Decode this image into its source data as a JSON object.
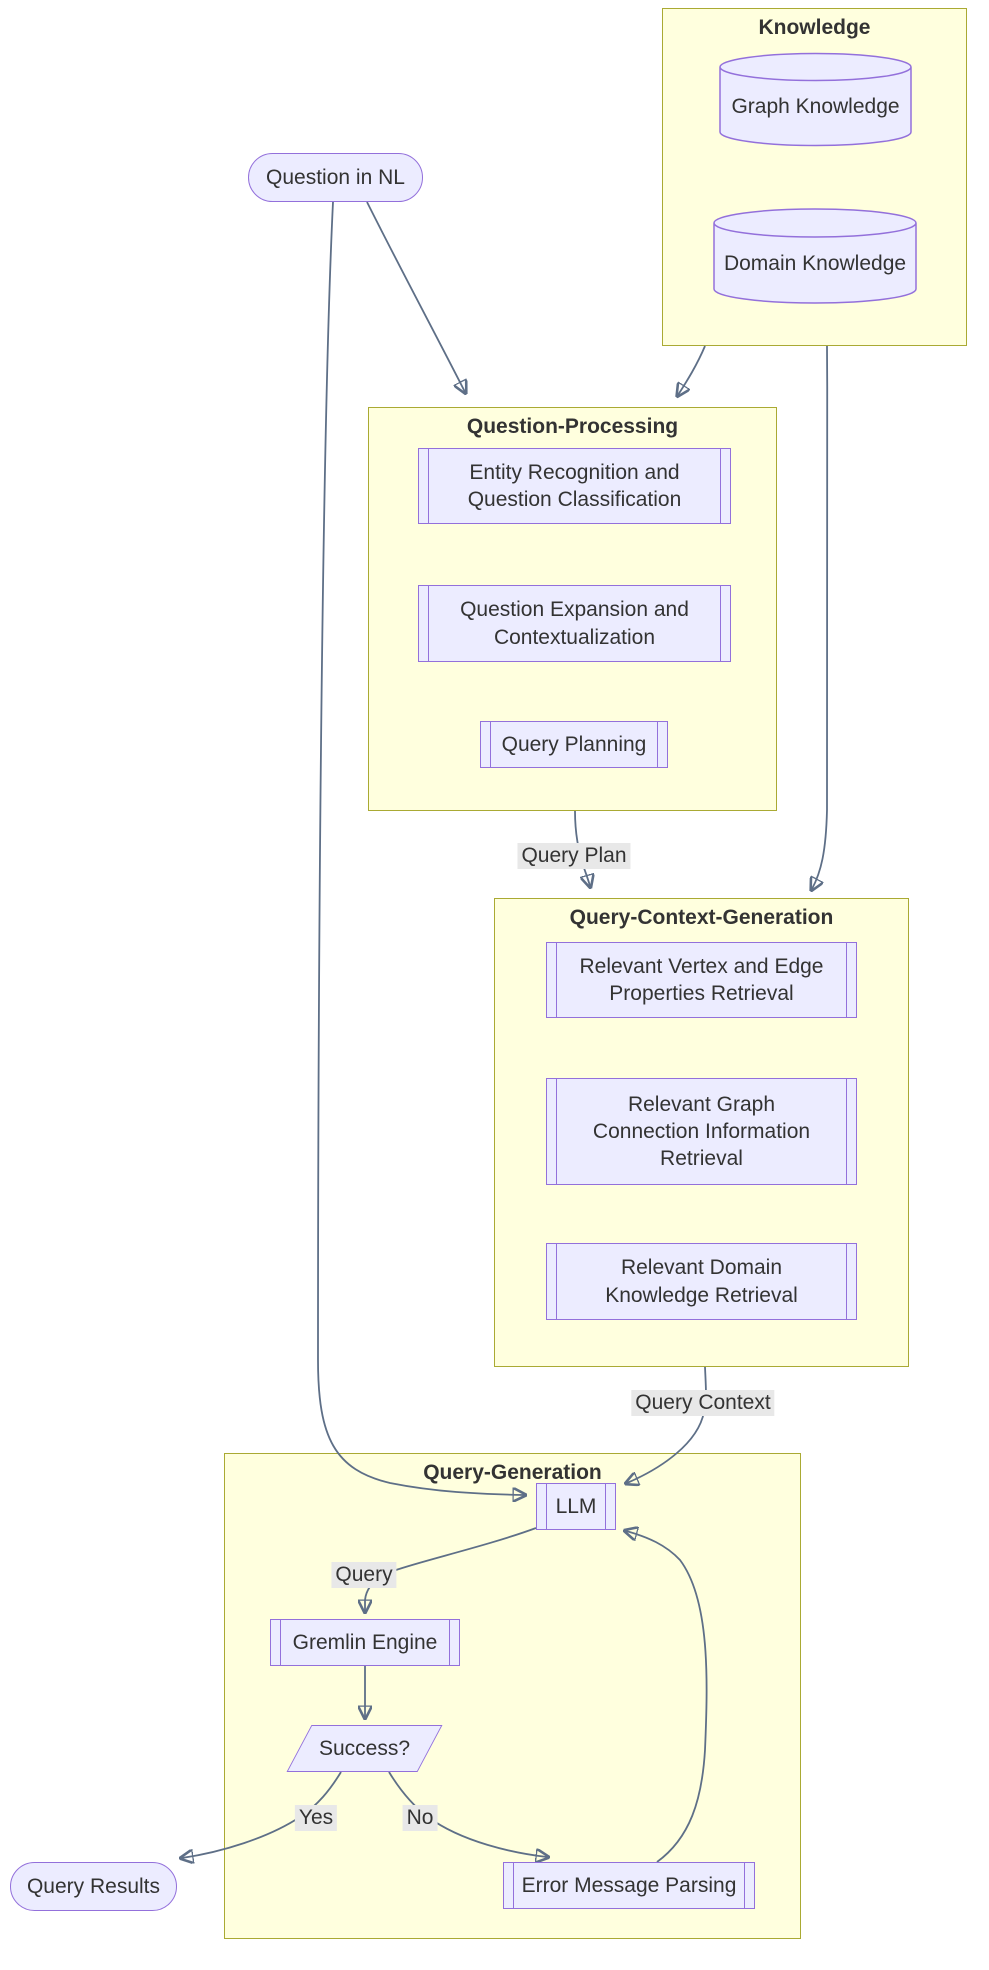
{
  "diagram": {
    "colors": {
      "cluster_fill": "#ffffde",
      "cluster_border": "#aaaa33",
      "node_fill": "#ECECFF",
      "node_border": "#9370DB",
      "edge": "#5e6f87",
      "label_bg": "#e8e8e8",
      "text": "#333333"
    },
    "clusters": {
      "knowledge": {
        "title": "Knowledge"
      },
      "question_processing": {
        "title": "Question-Processing"
      },
      "query_context_generation": {
        "title": "Query-Context-Generation"
      },
      "query_generation": {
        "title": "Query-Generation"
      }
    },
    "nodes": {
      "question_in_nl": {
        "label": "Question in NL"
      },
      "graph_knowledge": {
        "label": "Graph Knowledge"
      },
      "domain_knowledge": {
        "label": "Domain Knowledge"
      },
      "entity_recognition": {
        "label": "Entity Recognition and\nQuestion Classification"
      },
      "question_expansion": {
        "label": "Question Expansion and\nContextualization"
      },
      "query_planning": {
        "label": "Query Planning"
      },
      "relevant_vertex": {
        "label": "Relevant Vertex and Edge\nProperties Retrieval"
      },
      "relevant_graph": {
        "label": "Relevant Graph\nConnection Information\nRetrieval"
      },
      "relevant_domain": {
        "label": "Relevant Domain\nKnowledge Retrieval"
      },
      "llm": {
        "label": "LLM"
      },
      "gremlin_engine": {
        "label": "Gremlin Engine"
      },
      "success": {
        "label": "Success?"
      },
      "error_message_parsing": {
        "label": "Error Message Parsing"
      },
      "query_results": {
        "label": "Query Results"
      }
    },
    "edge_labels": {
      "query_plan": "Query Plan",
      "query_context": "Query Context",
      "query": "Query",
      "yes": "Yes",
      "no": "No"
    }
  }
}
